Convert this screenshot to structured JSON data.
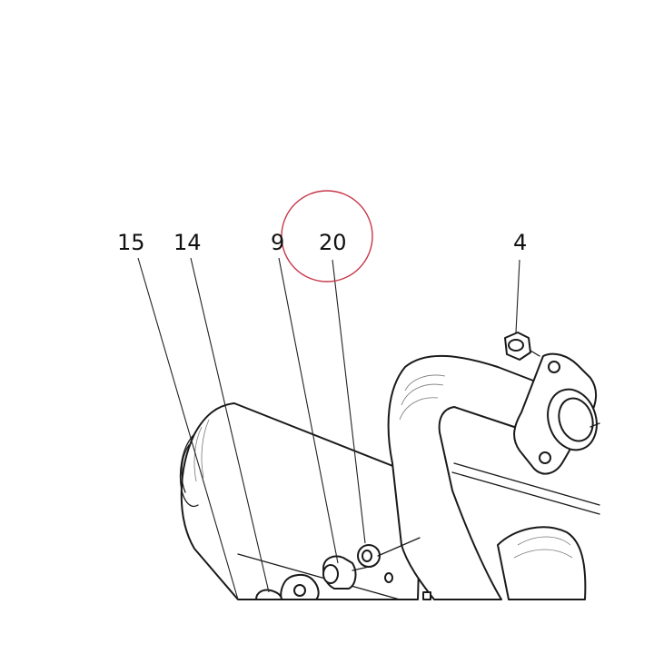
{
  "callouts": [
    {
      "id": "15",
      "label": "15"
    },
    {
      "id": "14",
      "label": "14"
    },
    {
      "id": "9",
      "label": "9"
    },
    {
      "id": "20",
      "label": "20"
    },
    {
      "id": "4",
      "label": "4"
    }
  ],
  "highlighted_callout": "20",
  "colors": {
    "highlight": "#c8374a",
    "linework": "#1a1a1a",
    "background": "#ffffff"
  }
}
